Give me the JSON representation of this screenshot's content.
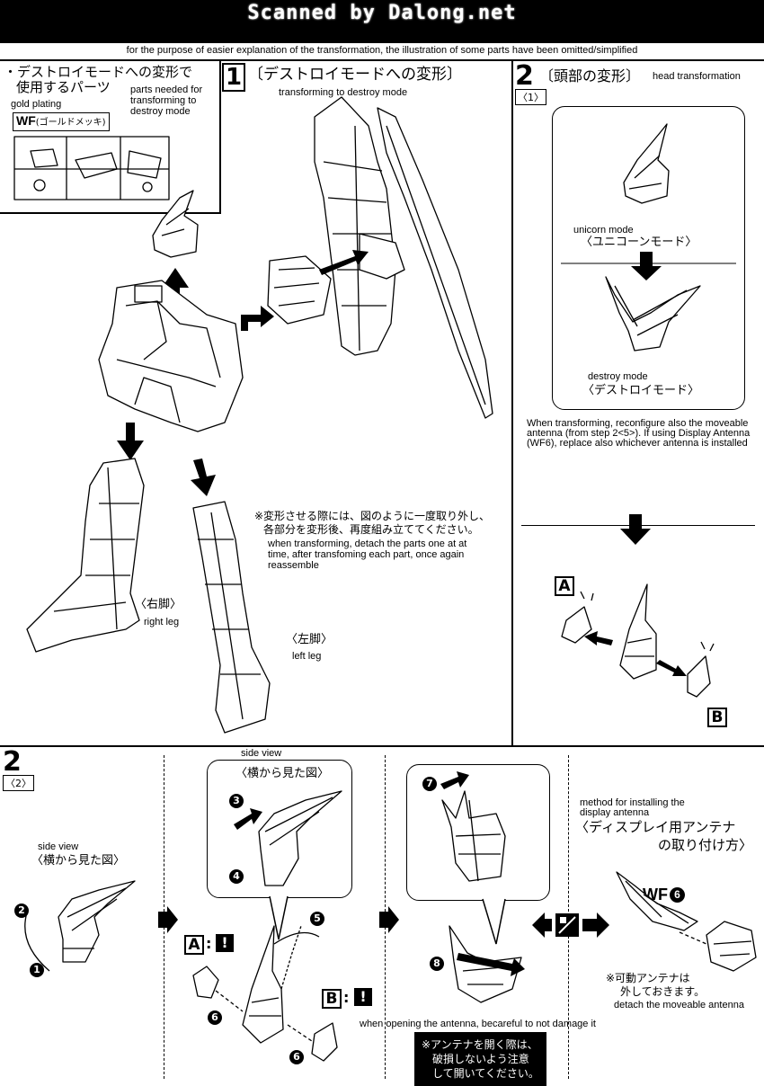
{
  "banner": {
    "title": "Scanned by Dalong.net"
  },
  "note_top": "for the purpose of easier explanation of the transformation, the illustration of some parts have been omitted/simplified",
  "parts_box": {
    "bullet": "・",
    "title_jp_line1": "デストロイモードへの変形で",
    "title_jp_line2": "使用するパーツ",
    "title_en": "parts needed for transforming to destroy mode",
    "plating_en": "gold plating",
    "runner_code": "WF",
    "runner_jp": "(ゴールドメッキ)"
  },
  "step1": {
    "number": "1",
    "title_jp": "〔デストロイモードへの変形〕",
    "title_en": "transforming to destroy mode",
    "note_jp_line1": "※変形させる際には、図のように一度取り外し、",
    "note_jp_line2": "各部分を変形後、再度組み立ててください。",
    "note_en": "when transforming, detach the parts one at at time, after transfoming each part, once again reassemble",
    "right_leg_jp": "〈右脚〉",
    "right_leg_en": "right leg",
    "left_leg_jp": "〈左脚〉",
    "left_leg_en": "left leg"
  },
  "step2_1": {
    "number": "2",
    "sub": "〈1〉",
    "title_jp": "〔頭部の変形〕",
    "title_en": "head transformation",
    "unicorn_en": "unicorn mode",
    "unicorn_jp": "〈ユニコーンモード〉",
    "destroy_en": "destroy mode",
    "destroy_jp": "〈デストロイモード〉",
    "note_en": "When transforming, reconfigure also the  moveable antenna (from step 2<5>). If using Display  Antenna (WF6), replace also whichever antenna is installed",
    "label_a": "A",
    "label_b": "B"
  },
  "step2_2": {
    "number": "2",
    "sub": "〈2〉",
    "side_view_en_1": "side view",
    "side_view_jp_1": "〈横から見た図〉",
    "side_view_en_2": "side view",
    "side_view_jp_2": "〈横から見た図〉",
    "num1": "1",
    "num2": "2",
    "num3": "3",
    "num4": "4",
    "num5": "5",
    "num6": "6",
    "num6b": "6",
    "num7": "7",
    "num8": "8",
    "label_a": "A",
    "label_b": "B",
    "colon": ":",
    "warn": "!",
    "open_note_en": "when opening the antenna, becareful to not damage it",
    "open_note_jp_line1": "※アンテナを開く際は、",
    "open_note_jp_line2": "破損しないよう注意",
    "open_note_jp_line3": "して開いてください。",
    "display_en": "method for installing the display antenna",
    "display_jp_line1": "〈ディスプレイ用アンテナ",
    "display_jp_line2": "の取り付け方〉",
    "wf_code": "WF",
    "wf_num": "6",
    "detach_jp_line1": "※可動アンテナは",
    "detach_jp_line2": "外しておきます。",
    "detach_en": "detach the moveable antenna"
  }
}
